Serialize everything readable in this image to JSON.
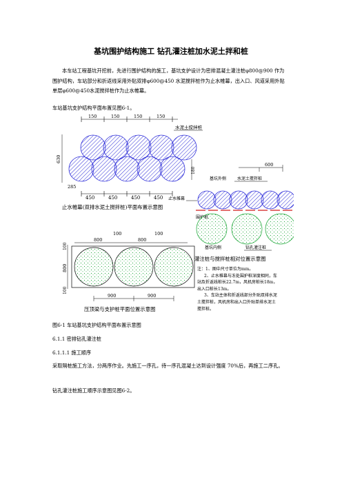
{
  "document": {
    "title": "基坑围护结构施工  钻孔灌注桩加水泥土拌和桩",
    "paragraphs": [
      "本车站工程基坑开挖前，先进行围护结构的施工，基坑支护设计为密排混凝土灌注桩φ800@900 作为围护结构，车站部分和折返线采用外贴双排φ600@450 水泥搅拌桩作为止水帷幕，出入口、风道采用外贴单层φ600@450水泥搅拌桩作为止水帷幕。",
      "车站基坑支护结构平面布置见图6-1。"
    ],
    "figure_caption": "图6-1    车站基坑支护结构平面布置示意图",
    "section_1": "6.1.1    密排钻孔灌注桩",
    "section_2": "6.1.1.1    施工顺序",
    "paragraph_3": "采取隔桩施工方法，分两序作业。先施工一序孔，待一序孔混凝土达到设计强度 70%后，再施工二序孔。",
    "paragraph_4": "钻孔灌注桩施工顺序示意图见图6-2。"
  },
  "figure": {
    "top_dims": [
      "150",
      "150",
      "150",
      "150"
    ],
    "bottom_dims": [
      "450",
      "450",
      "450",
      "450"
    ],
    "dim_630": "630",
    "dim_180": "180",
    "dim_285": "285",
    "label_cement_pile": "水泥土搅拌桩",
    "sub_caption_1": "止水帷幕(双排水泥土搅拌桩)平面布置示意图",
    "right_dim_600": "600",
    "label_outer": "基坑外侧",
    "label_cement_pile_2": "水泥土搅拌桩",
    "label_curtain": "止水帷幕",
    "label_retaining": "围护桩",
    "label_inner": "基坑内侧",
    "label_bored": "钻孔灌注桩",
    "sub_caption_2": "灌注桩与搅拌桩相对位置示意图",
    "dim_100a": "100",
    "dim_100b": "100",
    "dim_800a": "800",
    "dim_800b": "800",
    "dim_100_left_top": "100",
    "dim_800_left": "800",
    "dim_100_left_bottom": "100",
    "dim_900a": "900",
    "dim_900b": "900",
    "sub_caption_3": "压顶梁与支护桩平面位置示意图",
    "notes": [
      "注：1、图中尺寸单位为mm。",
      "2、止水帷幕与冻处围护桩深度相同，车站及折返线桩长22.7m，风机房桩长18m，出入口桩长13m。",
      "3、车站主体和折返线部分外贴双排水泥土搅拌桩，风机房和出入口外贴单排水泥土搅拌桩。"
    ]
  },
  "colors": {
    "hatch_blue": "#2b2bd8",
    "dot_green": "#1fa83a",
    "red_line": "#d21a1a"
  }
}
